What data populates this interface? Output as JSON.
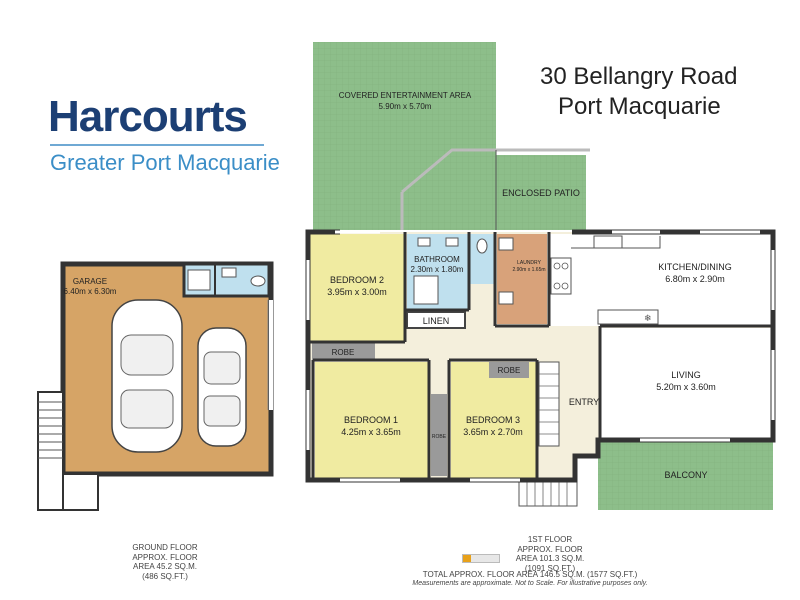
{
  "logo": {
    "name": "Harcourts",
    "office": "Greater Port Macquarie"
  },
  "address": {
    "line1": "30 Bellangry Road",
    "line2": "Port Macquarie"
  },
  "rooms": {
    "covered_ent": {
      "name": "COVERED ENTERTAINMENT AREA",
      "dims": "5.90m x 5.70m"
    },
    "enclosed_patio": {
      "name": "ENCLOSED PATIO"
    },
    "bedroom2": {
      "name": "BEDROOM 2",
      "dims": "3.95m x 3.00m"
    },
    "bathroom": {
      "name": "BATHROOM",
      "dims": "2.30m x 1.80m"
    },
    "laundry": {
      "name": "LAUNDRY",
      "dims": "2.90m x 1.65m"
    },
    "kitchen": {
      "name": "KITCHEN/DINING",
      "dims": "6.80m x 2.90m"
    },
    "linen": {
      "name": "LINEN"
    },
    "robe2": {
      "name": "ROBE"
    },
    "robe3": {
      "name": "ROBE"
    },
    "robe1": {
      "name": "ROBE"
    },
    "bedroom1": {
      "name": "BEDROOM 1",
      "dims": "4.25m x 3.65m"
    },
    "bedroom3": {
      "name": "BEDROOM 3",
      "dims": "3.65m x 2.70m"
    },
    "entry": {
      "name": "ENTRY"
    },
    "living": {
      "name": "LIVING",
      "dims": "5.20m x 3.60m"
    },
    "balcony": {
      "name": "BALCONY"
    },
    "garage": {
      "name": "GARAGE",
      "dims": "6.40m x 6.30m"
    }
  },
  "ground_floor": {
    "line1": "GROUND FLOOR",
    "line2": "APPROX. FLOOR",
    "line3": "AREA 45.2 SQ.M.",
    "line4": "(486 SQ.FT.)"
  },
  "first_floor": {
    "line1": "1ST FLOOR",
    "line2": "APPROX. FLOOR",
    "line3": "AREA 101.3 SQ.M.",
    "line4": "(1091 SQ.FT.)"
  },
  "total": {
    "line1": "TOTAL APPROX. FLOOR AREA 146.5 SQ.M. (1577 SQ.FT.)",
    "disclaimer": "Measurements are approximate. Not to Scale. For illustrative purposes only."
  },
  "colors": {
    "brand_navy": "#1c3f74",
    "brand_blue": "#3b8ec7",
    "outdoor_green": "#8dbe8a",
    "bedroom_yellow": "#f0eba1",
    "wet_blue": "#bfe0ee",
    "laundry_tan": "#d8a27a",
    "garage_tan": "#d6a466",
    "living_white": "#ffffff",
    "hall_cream": "#f4efdc",
    "robe_grey": "#9a9a9a"
  }
}
